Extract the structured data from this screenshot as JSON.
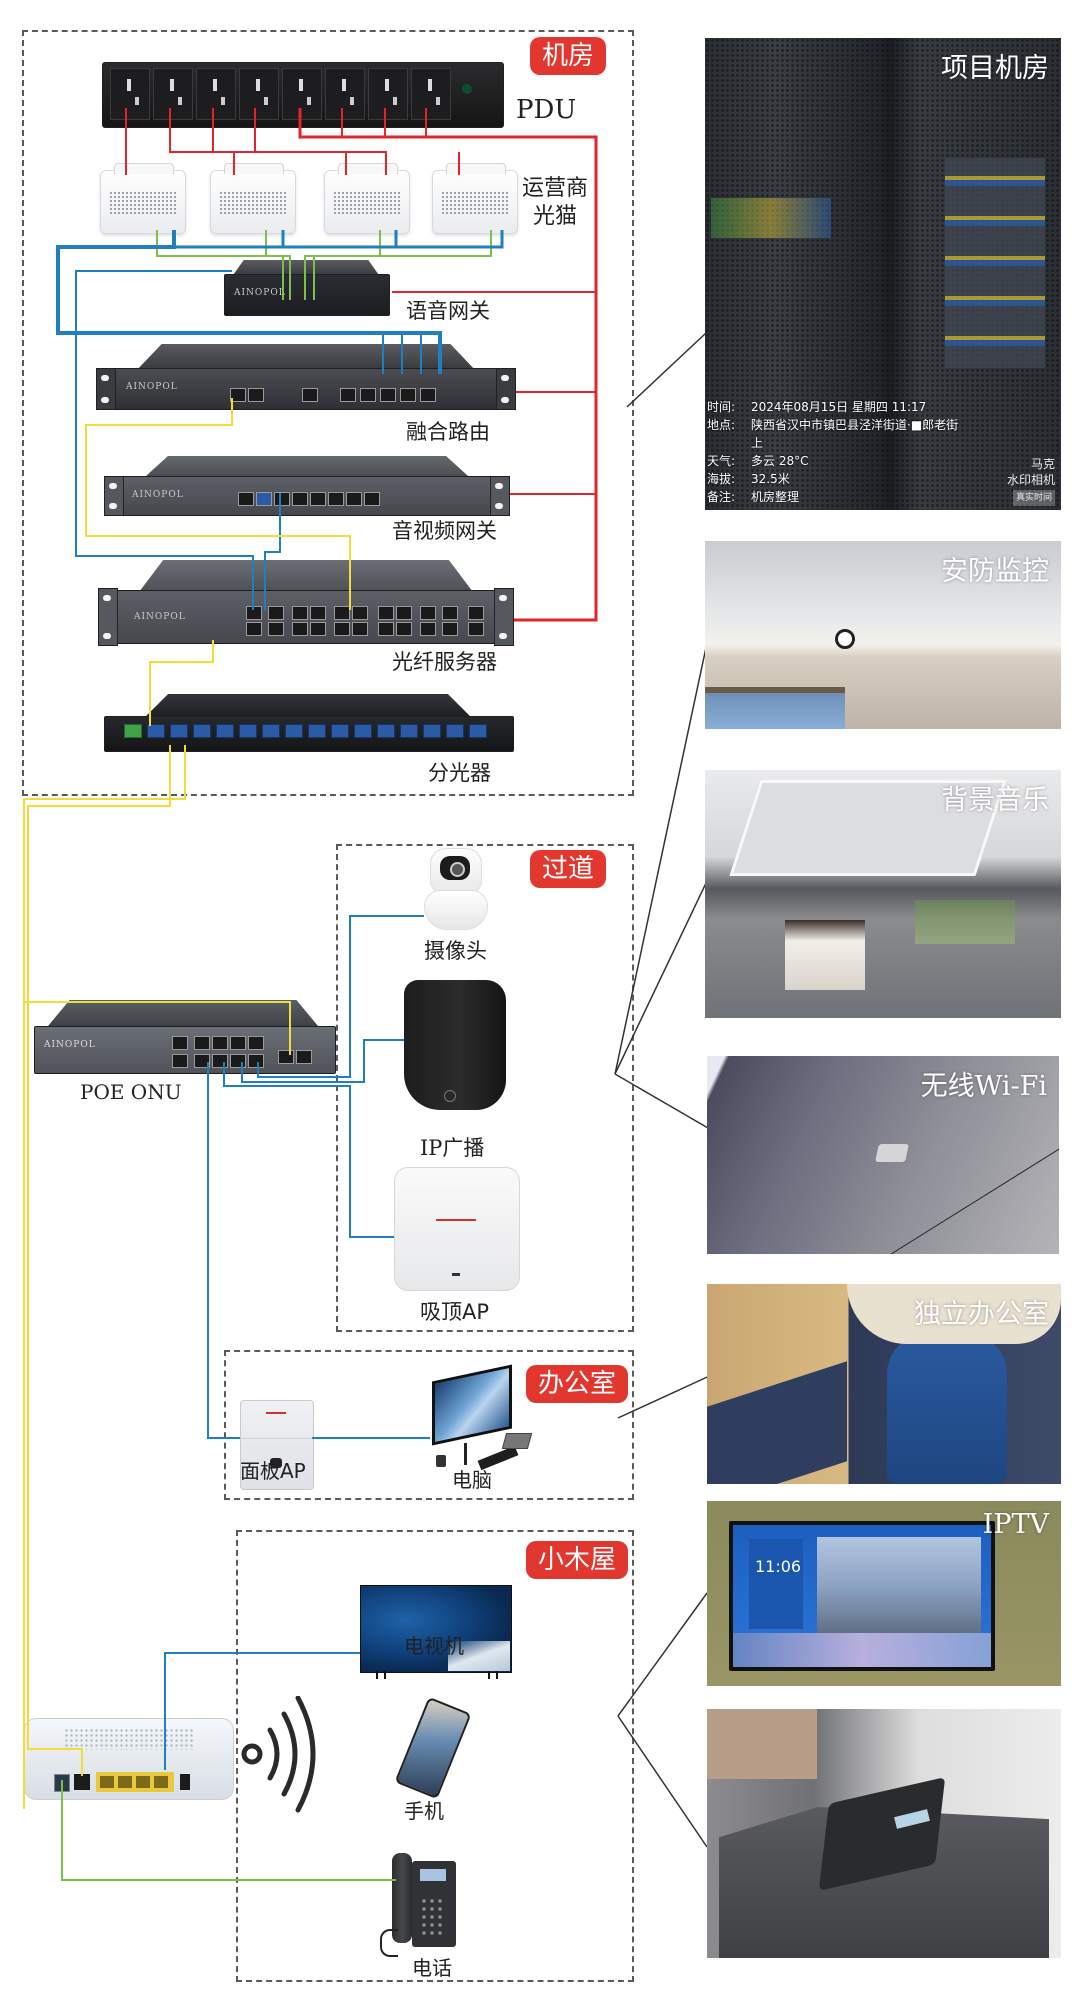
{
  "colors": {
    "zone_tag_bg": "#e1372f",
    "power_line": "#e2252b",
    "network_line": "#1f7fbf",
    "fiber_line": "#f2dc3c",
    "voice_line": "#7cbf4a",
    "connector_line": "#333333"
  },
  "zones": {
    "machine_room": "机房",
    "corridor": "过道",
    "office": "办公室",
    "cabin": "小木屋"
  },
  "devices": {
    "pdu": "PDU",
    "carrier_modem_line1": "运营商",
    "carrier_modem_line2": "光猫",
    "voice_gateway": "语音网关",
    "converged_router": "融合路由",
    "av_gateway": "音视频网关",
    "fiber_server": "光纤服务器",
    "splitter": "分光器",
    "poe_onu": "POE ONU",
    "camera": "摄像头",
    "ip_broadcast": "IP广播",
    "ceiling_ap": "吸顶AP",
    "panel_ap": "面板AP",
    "computer": "电脑",
    "tv": "电视机",
    "phone_mobile": "手机",
    "phone_desk": "电话",
    "brand_text": "AINOPOL"
  },
  "photos": [
    {
      "title": "项目机房",
      "icon": "server-cabinet-photo",
      "info": [
        {
          "key": "时间:",
          "value": "2024年08月15日 星期四 11:17"
        },
        {
          "key": "地点:",
          "value": "陕西省汉中市镇巴县泾洋街道·■郎老街上"
        },
        {
          "key": "天气:",
          "value": "多云 28°C"
        },
        {
          "key": "海拔:",
          "value": "32.5米"
        },
        {
          "key": "备注:",
          "value": "机房整理"
        }
      ],
      "watermark_line1": "马克",
      "watermark_line2": "水印相机",
      "watermark_badge": "真实时间"
    },
    {
      "title": "安防监控",
      "icon": "security-camera-photo"
    },
    {
      "title": "背景音乐",
      "icon": "restaurant-photo"
    },
    {
      "title": "无线Wi-Fi",
      "icon": "ceiling-ap-photo"
    },
    {
      "title": "独立办公室",
      "icon": "office-install-photo"
    },
    {
      "title": "IPTV",
      "icon": "tv-photo",
      "tv_clock": "11:06"
    },
    {
      "title": "",
      "icon": "desk-phone-photo"
    }
  ]
}
